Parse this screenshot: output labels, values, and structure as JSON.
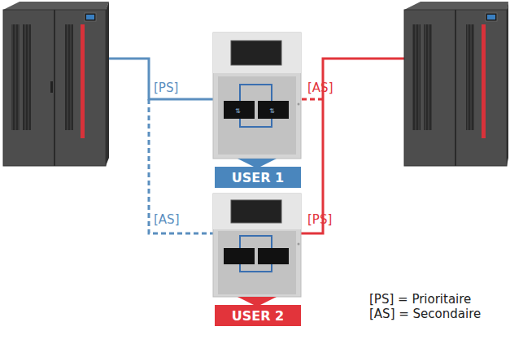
{
  "diagram": {
    "nodes": [
      {
        "text": [
          "USER 1"
        ]
      },
      {
        "text": [
          "USER 2"
        ]
      }
    ],
    "labels": [
      "[PS]",
      "[AS]",
      "[AS]",
      "[PS]",
      "[PS] = Prioritaire",
      "[AS] = Secondaire"
    ]
  }
}
